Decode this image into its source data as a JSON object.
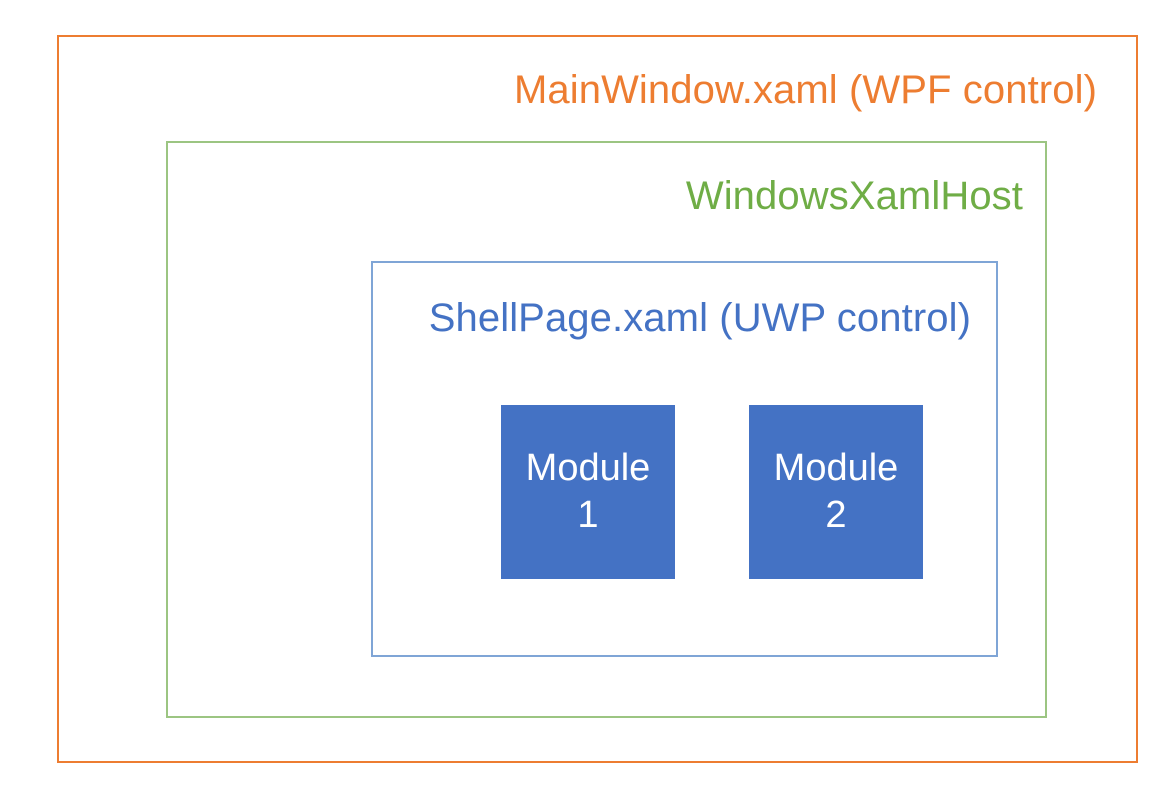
{
  "diagram": {
    "type": "nested-containers",
    "background": "#ffffff",
    "layers": [
      {
        "id": "mainwindow",
        "label": "MainWindow.xaml (WPF control)",
        "color": "#ED7D31",
        "border_color": "#ED7D31"
      },
      {
        "id": "windowsxamlhost",
        "label": "WindowsXamlHost",
        "color": "#6FAD46",
        "border_color": "#9CC582"
      },
      {
        "id": "shellpage",
        "label": "ShellPage.xaml (UWP control)",
        "color": "#4472C4",
        "border_color": "#7FA5D6"
      }
    ],
    "modules": [
      {
        "id": "module-1",
        "title": "Module",
        "index": "1",
        "fill": "#4472C4",
        "text_color": "#FFFFFF"
      },
      {
        "id": "module-2",
        "title": "Module",
        "index": "2",
        "fill": "#4472C4",
        "text_color": "#FFFFFF"
      }
    ]
  }
}
